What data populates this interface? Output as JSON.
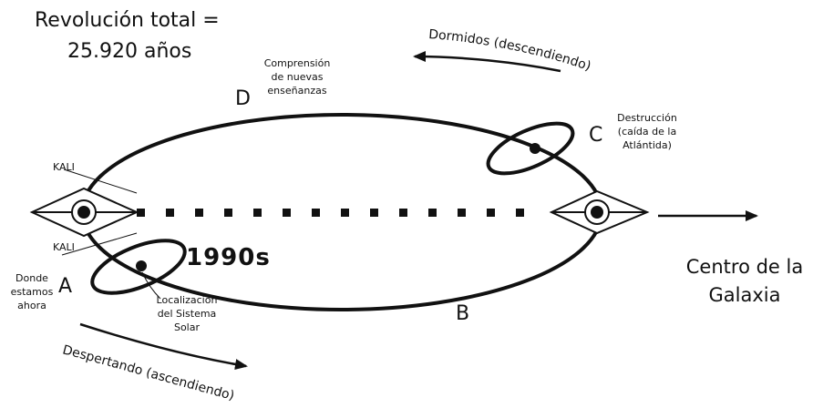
{
  "title": {
    "line1": "Revolución total =",
    "line2": "25.920 años"
  },
  "labels": {
    "d_letter": "D",
    "d_text": [
      "Comprensión",
      "de nuevas",
      "enseñanzas"
    ],
    "c_letter": "C",
    "c_text": [
      "Destrucción",
      "(caída de la",
      "Atlántida)"
    ],
    "kali_top": "KALI",
    "kali_bottom": "KALI",
    "decade": "1990s",
    "a_letter": "A",
    "a_text": [
      "Donde",
      "estamos",
      "ahora"
    ],
    "solar_text": [
      "Localización",
      "del Sistema",
      "Solar"
    ],
    "b_letter": "B",
    "galaxy": [
      "Centro de la",
      "Galaxia"
    ]
  },
  "curved_text": {
    "top": "Dormidos (descendiendo)",
    "bottom": "Despertando (ascendiendo)"
  },
  "icons": [
    "left-eye-diamond-icon",
    "right-eye-diamond-icon",
    "small-orbit-ellipse-icon",
    "arrow-icon"
  ]
}
